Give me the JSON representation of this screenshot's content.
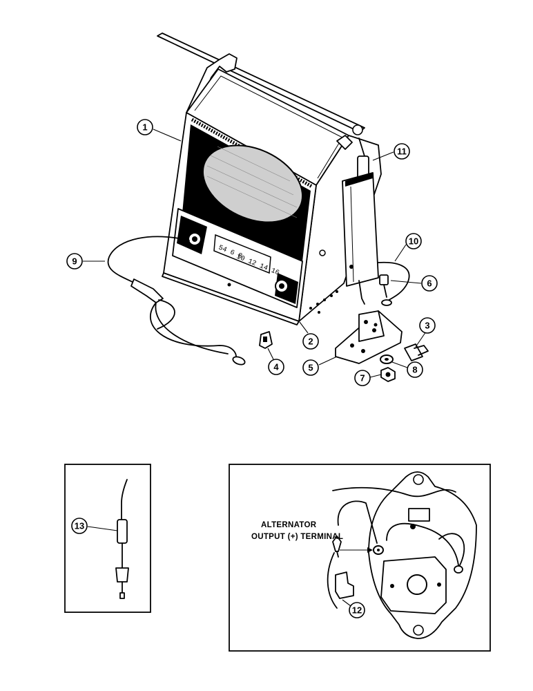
{
  "callouts": [
    {
      "id": "callout-1",
      "number": "1"
    },
    {
      "id": "callout-2",
      "number": "2"
    },
    {
      "id": "callout-3",
      "number": "3"
    },
    {
      "id": "callout-4",
      "number": "4"
    },
    {
      "id": "callout-5",
      "number": "5"
    },
    {
      "id": "callout-6",
      "number": "6"
    },
    {
      "id": "callout-7",
      "number": "7"
    },
    {
      "id": "callout-8",
      "number": "8"
    },
    {
      "id": "callout-9",
      "number": "9"
    },
    {
      "id": "callout-10",
      "number": "10"
    },
    {
      "id": "callout-11",
      "number": "11"
    },
    {
      "id": "callout-12",
      "number": "12"
    },
    {
      "id": "callout-13",
      "number": "13"
    }
  ],
  "radio_display": {
    "row1": "54 6 8",
    "row2": "10 12 14 16"
  },
  "alternator_inset": {
    "label_line1": "ALTERNATOR",
    "label_line2": "OUTPUT (+) TERMINAL"
  }
}
